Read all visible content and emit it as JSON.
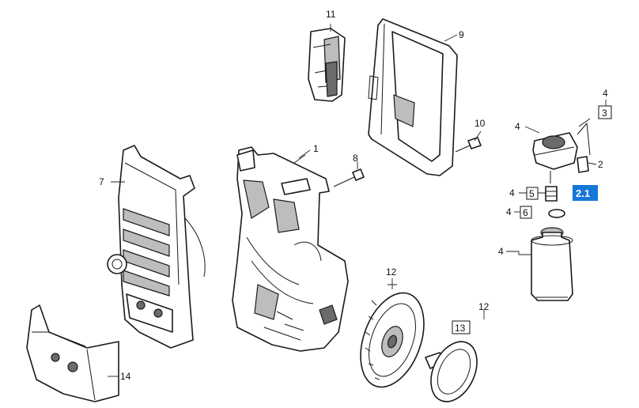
{
  "callouts": {
    "c1": "1",
    "c2": "2",
    "c2_1": "2.1",
    "c3": "3",
    "c4a": "4",
    "c4b": "4",
    "c4c": "4",
    "c4d": "4",
    "c4e": "4",
    "c5": "5",
    "c6": "6",
    "c7": "7",
    "c8": "8",
    "c9": "9",
    "c10": "10",
    "c11": "11",
    "c12a": "12",
    "c12b": "12",
    "c13": "13",
    "c14": "14"
  },
  "colors": {
    "highlight": "#1577d8",
    "line": "#1a1a1a",
    "shade": "#bdbdbd"
  }
}
